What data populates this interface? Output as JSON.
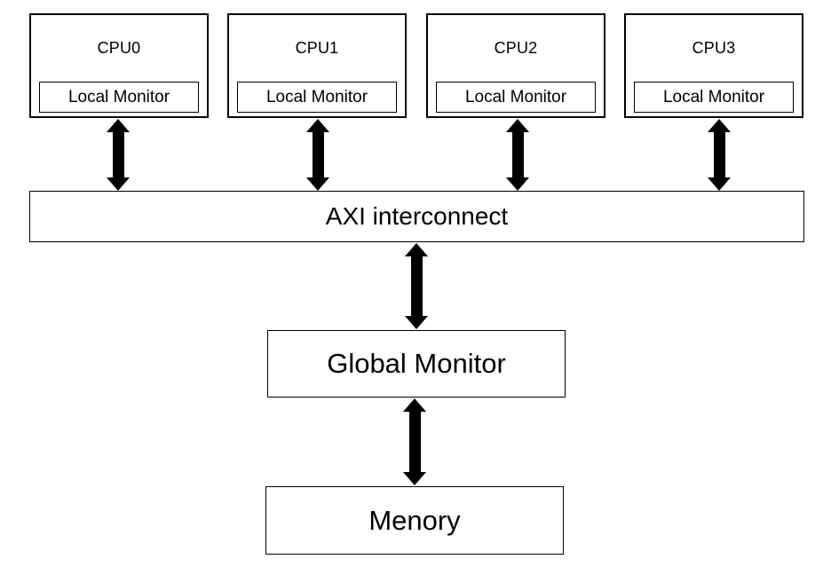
{
  "diagram": {
    "cpus": [
      {
        "label": "CPU0",
        "monitor_label": "Local Monitor"
      },
      {
        "label": "CPU1",
        "monitor_label": "Local Monitor"
      },
      {
        "label": "CPU2",
        "monitor_label": "Local Monitor"
      },
      {
        "label": "CPU3",
        "monitor_label": "Local Monitor"
      }
    ],
    "interconnect": {
      "label": "AXI interconnect"
    },
    "global_monitor": {
      "label": "Global Monitor"
    },
    "memory": {
      "label": "Menory"
    },
    "connectors": [
      {
        "from": "CPU0",
        "to": "AXI interconnect",
        "type": "bidirectional"
      },
      {
        "from": "CPU1",
        "to": "AXI interconnect",
        "type": "bidirectional"
      },
      {
        "from": "CPU2",
        "to": "AXI interconnect",
        "type": "bidirectional"
      },
      {
        "from": "CPU3",
        "to": "AXI interconnect",
        "type": "bidirectional"
      },
      {
        "from": "AXI interconnect",
        "to": "Global Monitor",
        "type": "bidirectional"
      },
      {
        "from": "Global Monitor",
        "to": "Menory",
        "type": "bidirectional"
      }
    ],
    "colors": {
      "stroke": "#000000",
      "fill": "#ffffff",
      "text": "#000000",
      "arrow": "#000000"
    }
  }
}
